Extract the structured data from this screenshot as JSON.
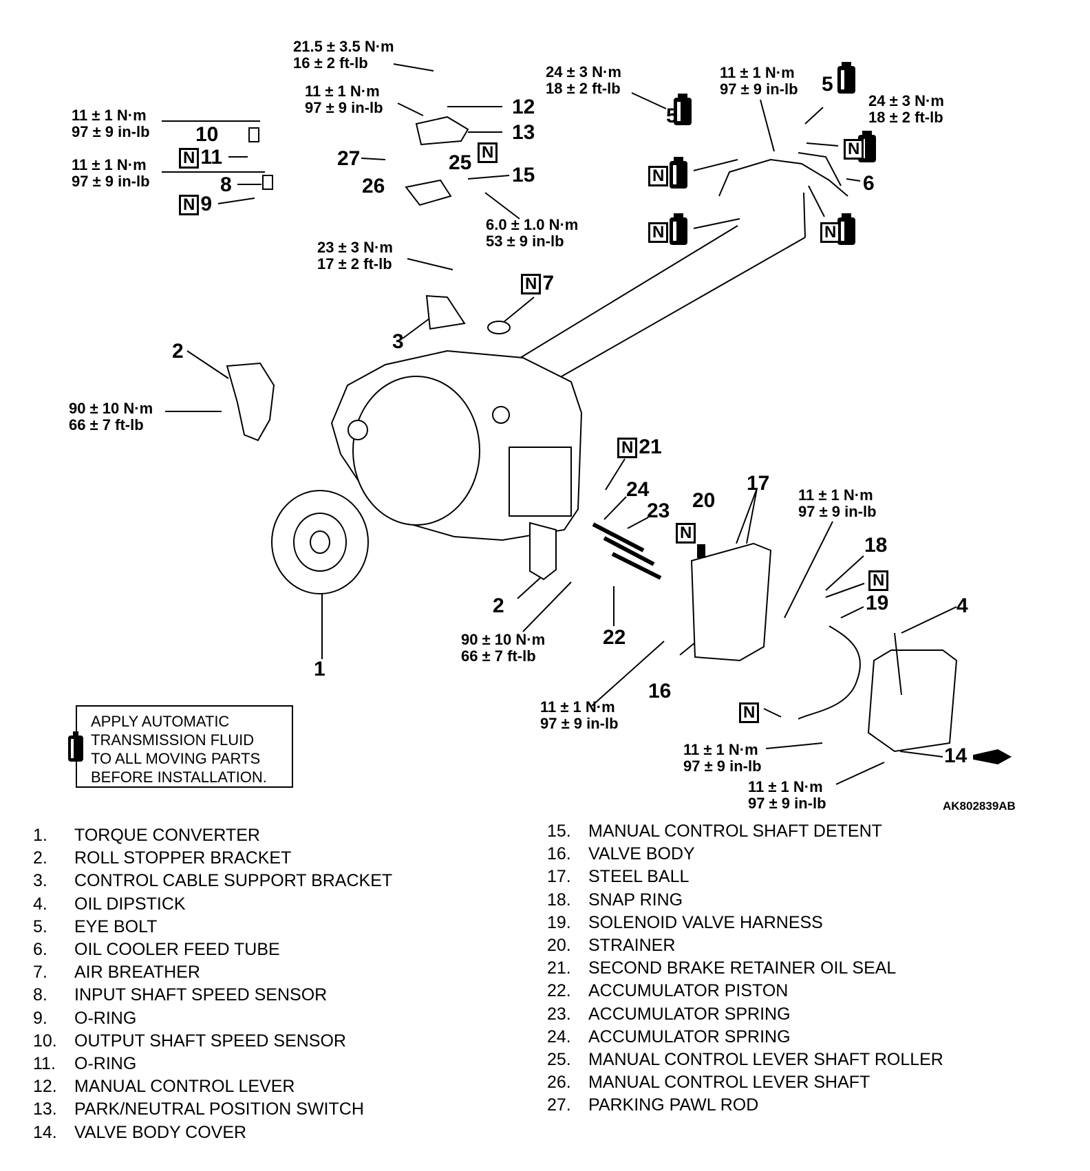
{
  "torque_specs": [
    {
      "id": "t_top",
      "nm": "21.5 ± 3.5 N·m",
      "imp": "16 ± 2 ft-lb"
    },
    {
      "id": "t_12",
      "nm": "11 ± 1 N·m",
      "imp": "97 ± 9 in-lb"
    },
    {
      "id": "t_10",
      "nm": "11 ± 1 N·m",
      "imp": "97 ± 9 in-lb"
    },
    {
      "id": "t_8",
      "nm": "11 ± 1 N·m",
      "imp": "97 ± 9 in-lb"
    },
    {
      "id": "t_5a",
      "nm": "24 ± 3 N·m",
      "imp": "18 ± 2 ft-lb"
    },
    {
      "id": "t_mid",
      "nm": "11 ± 1 N·m",
      "imp": "97 ± 9 in-lb"
    },
    {
      "id": "t_5b",
      "nm": "24 ± 3 N·m",
      "imp": "18 ± 2 ft-lb"
    },
    {
      "id": "t_15",
      "nm": "6.0 ± 1.0 N·m",
      "imp": "53 ± 9 in-lb"
    },
    {
      "id": "t_3",
      "nm": "23 ± 3 N·m",
      "imp": "17 ± 2 ft-lb"
    },
    {
      "id": "t_2a",
      "nm": "90 ± 10 N·m",
      "imp": "66 ± 7 ft-lb"
    },
    {
      "id": "t_vb",
      "nm": "11 ± 1 N·m",
      "imp": "97 ± 9 in-lb"
    },
    {
      "id": "t_2b",
      "nm": "90 ± 10 N·m",
      "imp": "66 ± 7 ft-lb"
    },
    {
      "id": "t_16",
      "nm": "11 ± 1 N·m",
      "imp": "97 ± 9 in-lb"
    },
    {
      "id": "t_19",
      "nm": "11 ± 1 N·m",
      "imp": "97 ± 9 in-lb"
    },
    {
      "id": "t_14",
      "nm": "11 ± 1 N·m",
      "imp": "97 ± 9 in-lb"
    }
  ],
  "callouts": {
    "c1": "1",
    "c2a": "2",
    "c2b": "2",
    "c3": "3",
    "c4": "4",
    "c5a": "5",
    "c5b": "5",
    "c6": "6",
    "c7": "7",
    "c8": "8",
    "c9": "9",
    "c10": "10",
    "c11": "11",
    "c12": "12",
    "c13": "13",
    "c14": "14",
    "c15": "15",
    "c16": "16",
    "c17": "17",
    "c18": "18",
    "c19": "19",
    "c20": "20",
    "c21": "21",
    "c22": "22",
    "c23": "23",
    "c24": "24",
    "c25": "25",
    "c26": "26",
    "c27": "27"
  },
  "n_mark": "N",
  "note": {
    "line1": "APPLY AUTOMATIC",
    "line2": "TRANSMISSION FLUID",
    "line3": "TO ALL MOVING PARTS",
    "line4": "BEFORE INSTALLATION."
  },
  "figure_id": "AK802839AB",
  "legend": [
    {
      "num": "1.",
      "label": "TORQUE CONVERTER"
    },
    {
      "num": "2.",
      "label": "ROLL STOPPER BRACKET"
    },
    {
      "num": "3.",
      "label": "CONTROL CABLE SUPPORT BRACKET"
    },
    {
      "num": "4.",
      "label": "OIL DIPSTICK"
    },
    {
      "num": "5.",
      "label": "EYE BOLT"
    },
    {
      "num": "6.",
      "label": "OIL COOLER FEED TUBE"
    },
    {
      "num": "7.",
      "label": "AIR BREATHER"
    },
    {
      "num": "8.",
      "label": "INPUT SHAFT SPEED SENSOR"
    },
    {
      "num": "9.",
      "label": "O-RING"
    },
    {
      "num": "10.",
      "label": "OUTPUT SHAFT SPEED SENSOR"
    },
    {
      "num": "11.",
      "label": "O-RING"
    },
    {
      "num": "12.",
      "label": "MANUAL CONTROL LEVER"
    },
    {
      "num": "13.",
      "label": "PARK/NEUTRAL POSITION SWITCH"
    },
    {
      "num": "14.",
      "label": "VALVE BODY COVER"
    },
    {
      "num": "15.",
      "label": "MANUAL CONTROL SHAFT DETENT"
    },
    {
      "num": "16.",
      "label": "VALVE BODY"
    },
    {
      "num": "17.",
      "label": "STEEL BALL"
    },
    {
      "num": "18.",
      "label": "SNAP RING"
    },
    {
      "num": "19.",
      "label": "SOLENOID VALVE HARNESS"
    },
    {
      "num": "20.",
      "label": "STRAINER"
    },
    {
      "num": "21.",
      "label": "SECOND BRAKE RETAINER OIL SEAL"
    },
    {
      "num": "22.",
      "label": "ACCUMULATOR PISTON"
    },
    {
      "num": "23.",
      "label": "ACCUMULATOR SPRING"
    },
    {
      "num": "24.",
      "label": "ACCUMULATOR SPRING"
    },
    {
      "num": "25.",
      "label": "MANUAL CONTROL LEVER SHAFT ROLLER"
    },
    {
      "num": "26.",
      "label": "MANUAL CONTROL LEVER SHAFT"
    },
    {
      "num": "27.",
      "label": "PARKING PAWL ROD"
    }
  ]
}
